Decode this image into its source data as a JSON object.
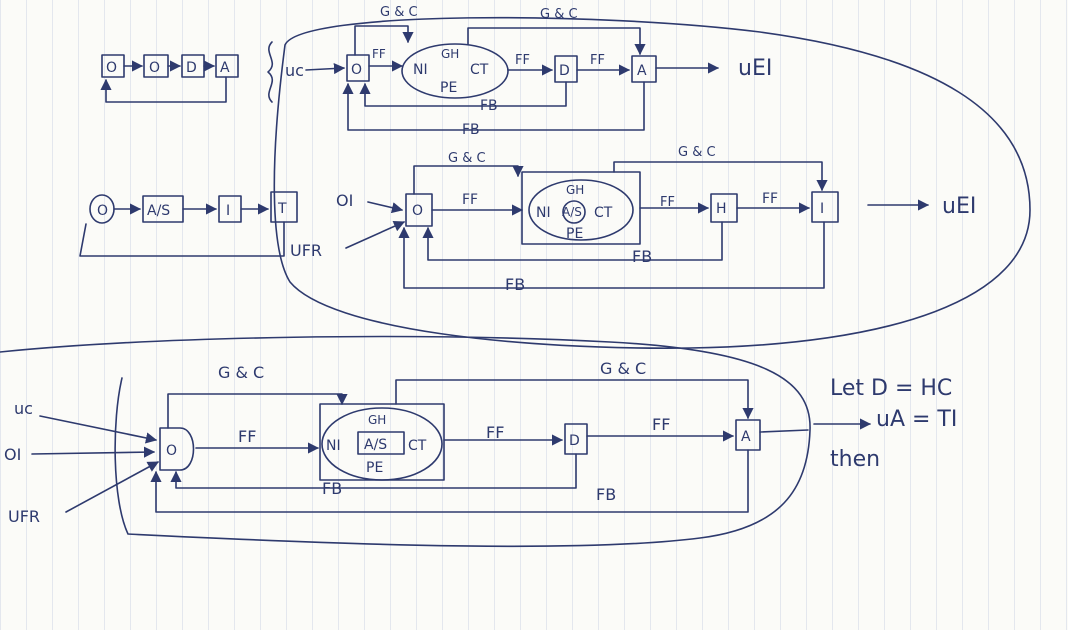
{
  "labels": {
    "uc": "uc",
    "oi": "OI",
    "ufr": "UFR",
    "ff": "FF",
    "fb": "FB",
    "gc": "G & C",
    "gh": "GH",
    "pe": "PE",
    "ni": "NI",
    "ct": "CT",
    "as": "A/S",
    "uei": "uEI",
    "o": "O",
    "d": "D",
    "h": "H",
    "a": "A",
    "i": "I",
    "t": "T"
  },
  "notes": {
    "line1": "Let D = HC",
    "line2": "uA = TI",
    "line3": "then"
  },
  "colors": {
    "ink": "#2e3a6e",
    "paper": "#fbfbf8",
    "ruling": "#8c9cc8"
  }
}
